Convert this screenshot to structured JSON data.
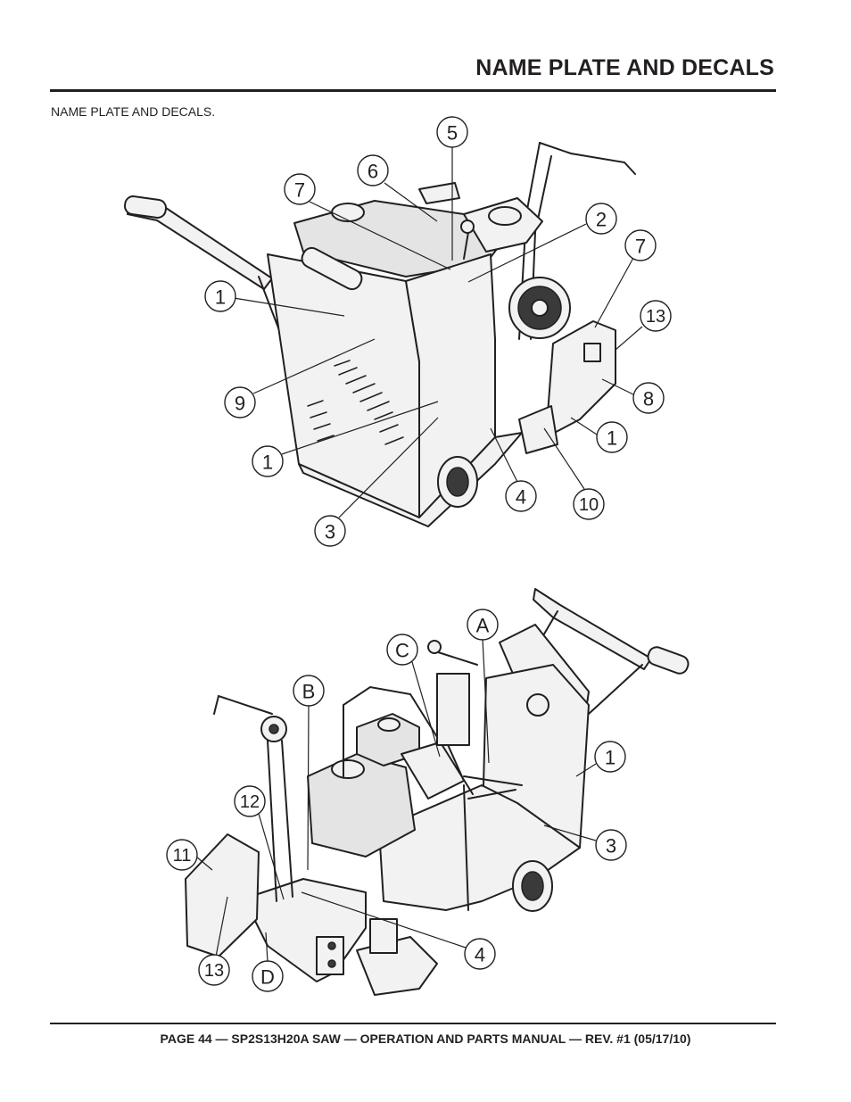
{
  "header": {
    "title": "NAME PLATE AND DECALS"
  },
  "subtitle": "NAME PLATE AND DECALS.",
  "footer": "PAGE 44 — SP2S13H20A SAW — OPERATION AND PARTS MANUAL — REV. #1 (05/17/10)",
  "figure_top": {
    "callouts": [
      {
        "label": "5"
      },
      {
        "label": "6"
      },
      {
        "label": "7"
      },
      {
        "label": "2"
      },
      {
        "label": "7"
      },
      {
        "label": "13"
      },
      {
        "label": "1"
      },
      {
        "label": "8"
      },
      {
        "label": "9"
      },
      {
        "label": "1"
      },
      {
        "label": "1"
      },
      {
        "label": "4"
      },
      {
        "label": "10"
      },
      {
        "label": "3"
      }
    ]
  },
  "figure_bottom": {
    "callouts": [
      {
        "label": "A"
      },
      {
        "label": "C"
      },
      {
        "label": "B"
      },
      {
        "label": "1"
      },
      {
        "label": "12"
      },
      {
        "label": "3"
      },
      {
        "label": "11"
      },
      {
        "label": "4"
      },
      {
        "label": "13"
      },
      {
        "label": "D"
      }
    ]
  }
}
